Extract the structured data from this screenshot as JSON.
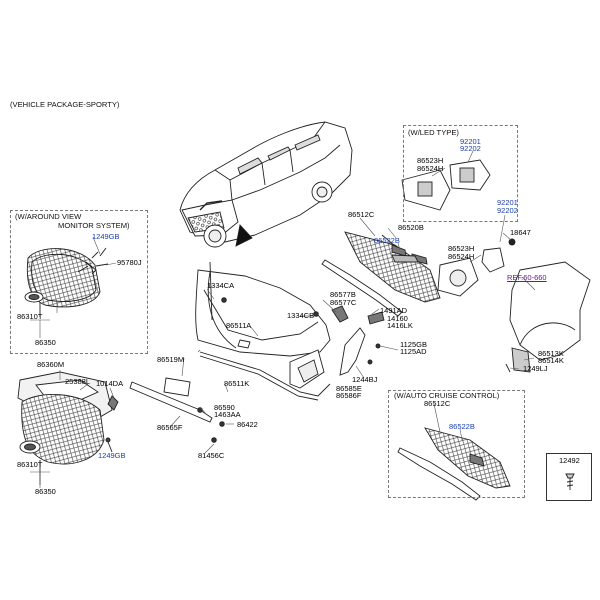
{
  "diagram": {
    "title": "(VEHICLE PACKAGE-SPORTY)",
    "groups": {
      "led": "(W/LED TYPE)",
      "avm_1": "(W/AROUND VIEW",
      "avm_2": "MONITOR SYSTEM)",
      "cruise": "(W/AUTO CRUISE CONTROL)"
    },
    "reference": "REF.60-660",
    "parts": {
      "p92201_a": "92201",
      "p92202_a": "92202",
      "p86523h_a": "86523H",
      "p86524h_a": "86524H",
      "p86512c_a": "86512C",
      "p86520b": "86520B",
      "p86522b_a": "86522B",
      "p92201_b": "92201",
      "p92202_b": "92202",
      "p18647": "18647",
      "p86523h_b": "86523H",
      "p86524h_b": "86524H",
      "p1249gb_a": "1249GB",
      "p95780j": "95780J",
      "p86310t_a": "86310T",
      "p86350_a": "86350",
      "p1334ca": "1334CA",
      "p86577b": "86577B",
      "p86577c": "86577C",
      "p1334cb": "1334CB",
      "p1491ad": "1491AD",
      "p14160": "14160",
      "p1416lk": "1416LK",
      "p86511a": "86511A",
      "p1125gb": "1125GB",
      "p1125ad": "1125AD",
      "p86360m": "86360M",
      "p86519m": "86519M",
      "p86513k": "86513K",
      "p86514k": "86514K",
      "p1249lj": "1249LJ",
      "p25388l": "25388L",
      "p1014da": "1014DA",
      "p86511k": "86511K",
      "p1244bj": "1244BJ",
      "p86585e": "86585E",
      "p86586f": "86586F",
      "p86590": "86590",
      "p1463aa": "1463AA",
      "p86565f": "86565F",
      "p86422": "86422",
      "p86310t_b": "86310T",
      "p1249gb_b": "1249GB",
      "p81456c": "81456C",
      "p86350_b": "86350",
      "p86512c_b": "86512C",
      "p86522b_b": "86522B",
      "p12492": "12492"
    }
  }
}
